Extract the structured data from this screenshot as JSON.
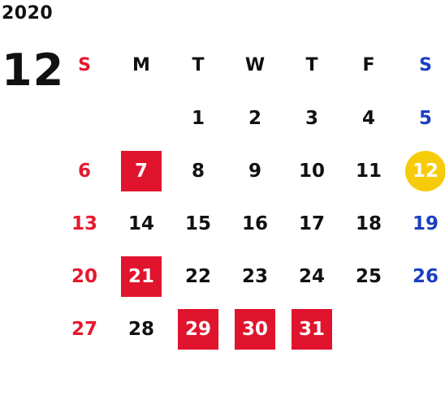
{
  "calendar": {
    "year": "2020",
    "month": "12",
    "weekdays": [
      "S",
      "M",
      "T",
      "W",
      "T",
      "F",
      "S"
    ],
    "weeks": [
      [
        "",
        "",
        "1",
        "2",
        "3",
        "4",
        "5"
      ],
      [
        "6",
        "7",
        "8",
        "9",
        "10",
        "11",
        "12"
      ],
      [
        "13",
        "14",
        "15",
        "16",
        "17",
        "18",
        "19"
      ],
      [
        "20",
        "21",
        "22",
        "23",
        "24",
        "25",
        "26"
      ],
      [
        "27",
        "28",
        "29",
        "30",
        "31",
        "",
        ""
      ]
    ],
    "highlighted_days": [
      "7",
      "21",
      "29",
      "30",
      "31"
    ],
    "today": "12"
  },
  "colors": {
    "sunday": "#e5192d",
    "saturday": "#1a3ec2",
    "highlight_background": "#e0142d",
    "today_background": "#f6cc0a",
    "text": "#111111"
  }
}
